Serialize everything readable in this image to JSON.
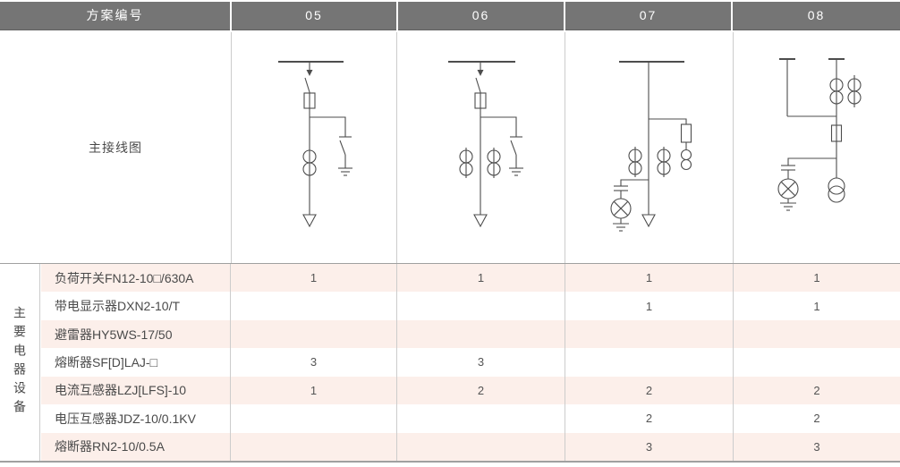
{
  "header": {
    "scheme_label": "方案编号",
    "columns": [
      "05",
      "06",
      "07",
      "08"
    ]
  },
  "diagram_row": {
    "label": "主接线图"
  },
  "equipment": {
    "group_label": "主要电器设备",
    "rows": [
      {
        "name": "负荷开关FN12-10□/630A",
        "values": [
          "1",
          "1",
          "1",
          "1"
        ]
      },
      {
        "name": "带电显示器DXN2-10/T",
        "values": [
          "",
          "",
          "1",
          "1"
        ]
      },
      {
        "name": "避雷器HY5WS-17/50",
        "values": [
          "",
          "",
          "",
          ""
        ]
      },
      {
        "name": "熔断器SF[D]LAJ-□",
        "values": [
          "3",
          "3",
          "",
          ""
        ]
      },
      {
        "name": "电流互感器LZJ[LFS]-10",
        "values": [
          "1",
          "2",
          "2",
          "2"
        ]
      },
      {
        "name": "电压互感器JDZ-10/0.1KV",
        "values": [
          "",
          "",
          "2",
          "2"
        ]
      },
      {
        "name": "熔断器RN2-10/0.5A",
        "values": [
          "",
          "",
          "3",
          "3"
        ]
      }
    ]
  },
  "colors": {
    "header_bg": "#757575",
    "header_text": "#ffffff",
    "row_pink": "#fcefea",
    "row_white": "#ffffff",
    "diagram_line": "#4d4d4d",
    "cell_border": "#cccccc",
    "section_rule": "#a0a0a0",
    "body_text": "#4a4a4a"
  }
}
